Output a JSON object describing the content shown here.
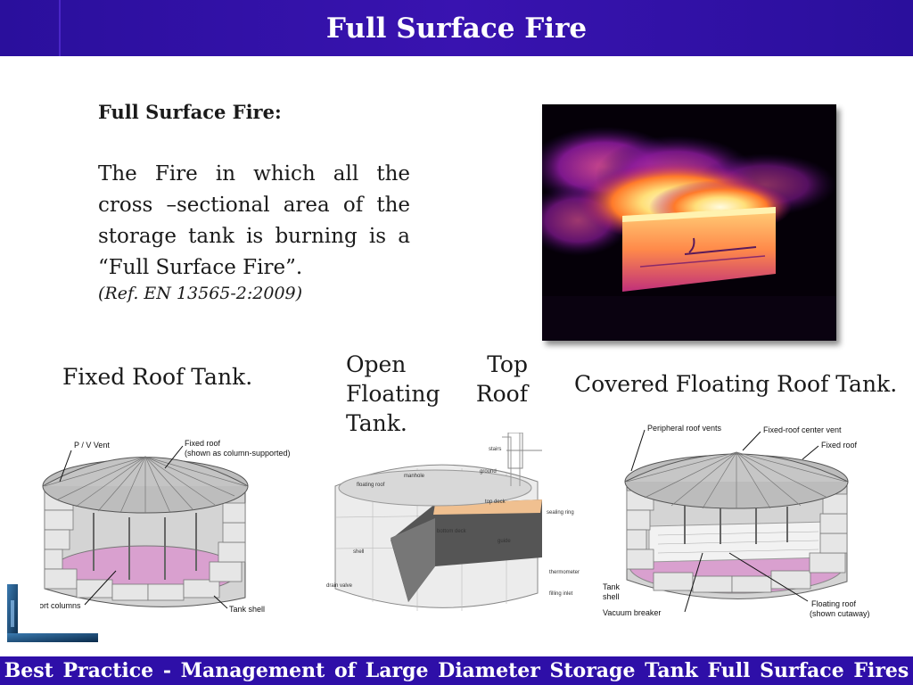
{
  "slide": {
    "title": "Full Surface Fire",
    "definition_title": "Full Surface Fire:",
    "definition_body": "The Fire in which  all the cross –sectional area of the storage tank is burning is a “Full Surface Fire”.",
    "reference": "(Ref. EN 13565-2:2009)",
    "footer": "Best Practice -  Management of  Large  Diameter  Storage  Tank  Full  Surface Fires"
  },
  "labels": {
    "fixed_roof": "Fixed Roof Tank.",
    "open_floating": {
      "line1_left": "Open",
      "line1_right": "Top",
      "line2_left": "Floating",
      "line2_right": "Roof",
      "line3": "Tank."
    },
    "covered_floating": "Covered Floating Roof Tank."
  },
  "fixed_roof_diagram": {
    "pv_vent": "P / V  Vent",
    "fixed_roof_line1": "Fixed roof",
    "fixed_roof_line2": "(shown as column-supported)",
    "support_columns": "Support columns",
    "tank_shell": "Tank shell"
  },
  "open_floating_diagram": {
    "stairs": "stairs",
    "manhole": "manhole",
    "ground": "ground",
    "floating_roof": "floating roof",
    "top_deck": "top deck",
    "sealing_ring": "sealing ring",
    "bottom_deck": "bottom deck",
    "guide": "guide",
    "shell": "shell",
    "thermometer": "thermometer",
    "drain_valve": "drain valve",
    "filling_inlet": "filling inlet"
  },
  "covered_floating_diagram": {
    "peripheral_vents": "Peripheral roof vents",
    "center_vent": "Fixed-roof center vent",
    "fixed_roof": "Fixed roof",
    "tank_shell_line1": "Tank",
    "tank_shell_line2": "shell",
    "vacuum_breaker": "Vacuum breaker",
    "floating_roof_line1": "Floating roof",
    "floating_roof_line2": "(shown cutaway)"
  },
  "colors": {
    "header_bg": "#3913b0",
    "footer_bg": "#2e0fa8",
    "liquid_pink": "#d9a0cf"
  }
}
